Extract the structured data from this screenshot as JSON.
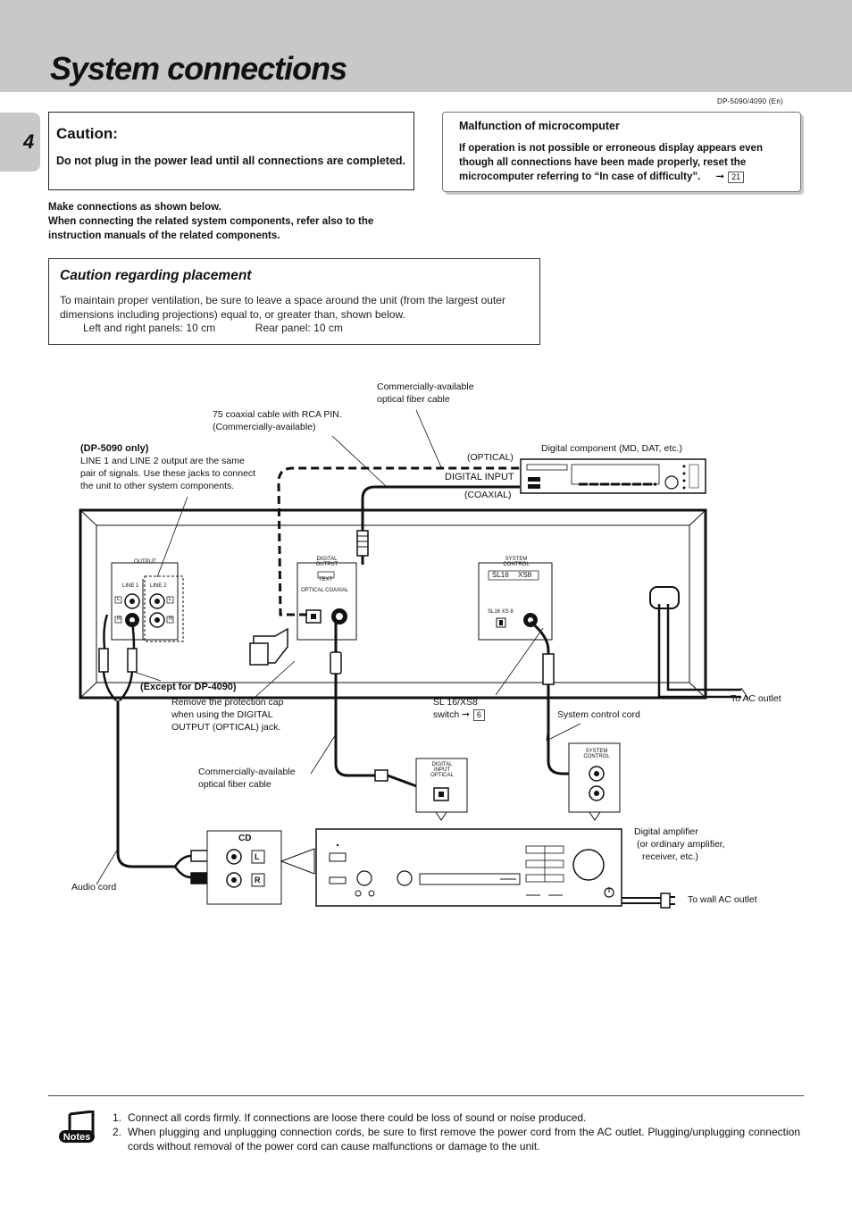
{
  "header": {
    "title": "System connections",
    "page_number": "4",
    "model_ref": "DP-5090/4090 (En)"
  },
  "caution": {
    "heading": "Caution:",
    "text": "Do not plug in the power lead until all connections are completed."
  },
  "malfunction": {
    "heading": "Malfunction of microcomputer",
    "text": "If operation is not possible or erroneous display appears even though all connections have been made properly, reset the microcomputer referring to “In case of difficulty”.",
    "ref_page": "21"
  },
  "intro": {
    "line1": "Make connections as shown below.",
    "line2": "When connecting the related system components, refer also to the instruction manuals of the related components."
  },
  "placement": {
    "heading": "Caution regarding placement",
    "text": "To maintain proper ventilation, be sure to leave a space around the unit (from the largest outer dimensions including projections) equal to, or greater than, shown below.",
    "left_right": "Left and right panels: 10 cm",
    "rear": "Rear panel: 10 cm"
  },
  "diagram": {
    "optical_fiber_top": [
      "Commercially-available",
      "optical fiber cable"
    ],
    "coax_cable": [
      "75    coaxial cable with RCA PIN.",
      "(Commercially-available)"
    ],
    "dp5090_heading": "(DP-5090 only)",
    "dp5090_text": [
      "LINE 1 and LINE 2 output are the same",
      "pair of signals. Use these jacks to connect",
      "the unit to other system components."
    ],
    "digital_component": "Digital component (MD, DAT, etc.)",
    "optical_label": "(OPTICAL)",
    "digital_input": "DIGITAL INPUT",
    "coaxial_label": "(COAXIAL)",
    "except_4090": "(Except for DP-4090)",
    "protection_cap": [
      "Remove the protection cap",
      "when using the DIGITAL",
      "OUTPUT  (OPTICAL) jack."
    ],
    "sl16_switch": [
      "SL 16/XS8",
      "switch"
    ],
    "sl16_ref": "6",
    "system_control_cord": "System control cord",
    "to_ac_outlet": "To AC outlet",
    "optical_fiber_bottom": [
      "Commercially-available",
      "optical fiber cable"
    ],
    "digital_amplifier": [
      "Digital amplifier",
      "(or ordinary amplifier,",
      "receiver, etc.)"
    ],
    "audio_cord": "Audio cord",
    "to_wall_outlet": "To wall AC outlet",
    "panel": {
      "output": "OUTPUT",
      "line1": "LINE 1",
      "line2": "LINE 2",
      "l": "L",
      "r": "R",
      "digital_output": [
        "DIGITAL",
        "OUTPUT"
      ],
      "text_mark": "TEXT",
      "optical_coaxial": "OPTICAL  COAXIAL",
      "system_control": [
        "SYSTEM",
        "CONTROL"
      ],
      "sl16": "SL16",
      "xs8": "XS8",
      "switch_label": "SL16   XS 8",
      "amp_digital_input": [
        "DIGITAL",
        "INPUT",
        "OPTICAL"
      ],
      "amp_system_control": [
        "SYSTEM",
        "CONTROL"
      ],
      "cd": "CD"
    }
  },
  "notes": {
    "icon_label": "Notes",
    "items": [
      "Connect all cords firmly. If connections are loose there could be loss of sound or noise produced.",
      "When plugging and unplugging connection cords, be sure to first remove the power cord from the AC outlet. Plugging/unplugging connection cords without removal of the power cord can cause malfunctions or damage to the unit."
    ]
  }
}
